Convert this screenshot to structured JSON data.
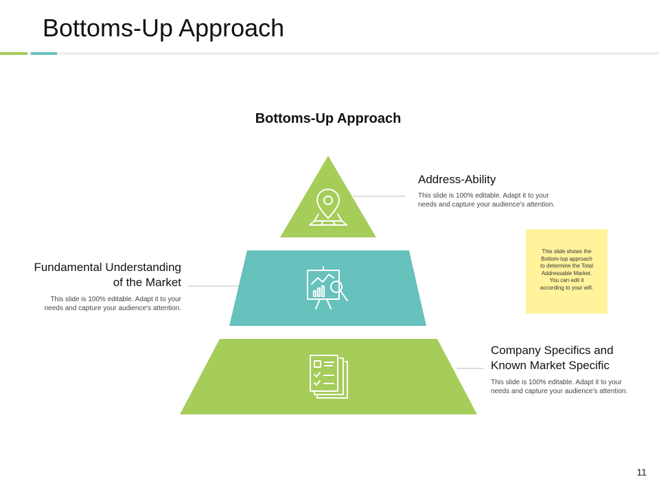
{
  "slide": {
    "title": "Bottoms-Up Approach",
    "page_number": "11"
  },
  "diagram": {
    "title": "Bottoms-Up Approach",
    "levels": [
      {
        "heading": "Address-Ability",
        "description_line1": "This slide is 100% editable.  Adapt it to your",
        "description_line2": "needs and capture your audience's attention.",
        "color": "#a6cc5a",
        "icon": "location-pin-map-icon"
      },
      {
        "heading_line1": "Fundamental Understanding",
        "heading_line2": "of the Market",
        "description_line1": "This slide is 100% editable.  Adapt it to your",
        "description_line2": "needs and capture your audience's attention.",
        "color": "#67c1bd",
        "icon": "presentation-analysis-icon"
      },
      {
        "heading_line1": "Company Specifics and",
        "heading_line2": "Known Market Specific",
        "description_line1": "This slide is 100% editable.  Adapt it to your",
        "description_line2": "needs and capture your audience's attention.",
        "color": "#a6cc5a",
        "icon": "document-checklist-icon"
      }
    ]
  },
  "note": {
    "lines": [
      "This slide shows the",
      "Bottom-top approach",
      "to determine the Total",
      "Addressable Market.",
      "You can edit it",
      "according to your will."
    ],
    "color": "#fff39c"
  },
  "accents": {
    "green": "#a6cc5a",
    "teal": "#67c1bd"
  }
}
